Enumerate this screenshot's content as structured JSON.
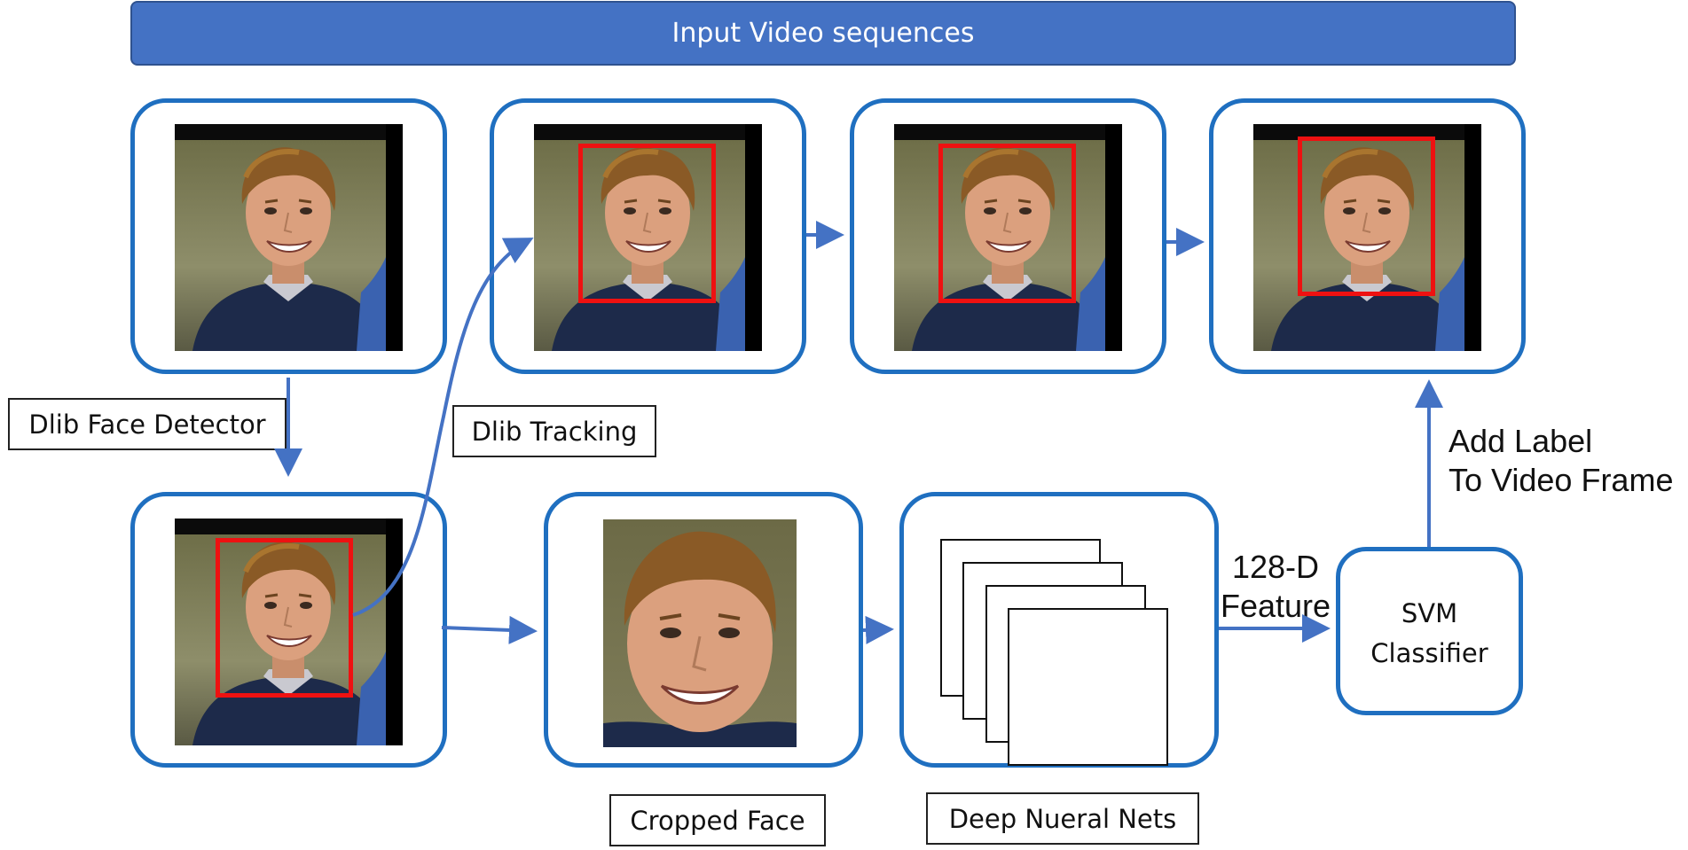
{
  "banner": {
    "title": "Input Video sequences"
  },
  "labels": {
    "detector": "Dlib Face Detector",
    "tracking": "Dlib Tracking",
    "cropped": "Cropped Face",
    "deep_nets": "Deep Nueral Nets",
    "feature_line1": "128-D",
    "feature_line2": "Feature",
    "add_label_line1": "Add Label",
    "add_label_line2": "To Video Frame",
    "svm_line1": "SVM",
    "svm_line2": "Classifier"
  },
  "colors": {
    "banner": "#4472c4",
    "box_border": "#1f6fc0",
    "arrow": "#4472c4",
    "bounding_box": "#ee1111"
  },
  "icons": {
    "frame_image": "face-photo",
    "detection_box": "red-bounding-box",
    "network_layers": "stacked-layer-squares"
  }
}
